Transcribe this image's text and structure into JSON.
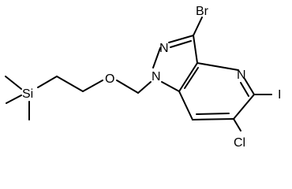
{
  "molecule": {
    "atoms": {
      "br": "Br",
      "n_pyrazole_2": "N",
      "n_pyrazole_1": "N",
      "n_pyridine": "N",
      "iodine": "I",
      "chlorine": "Cl",
      "oxygen": "O",
      "silicon": "Si"
    }
  },
  "colors": {
    "bond": "#000000",
    "label": "#000000",
    "background": "#ffffff"
  }
}
